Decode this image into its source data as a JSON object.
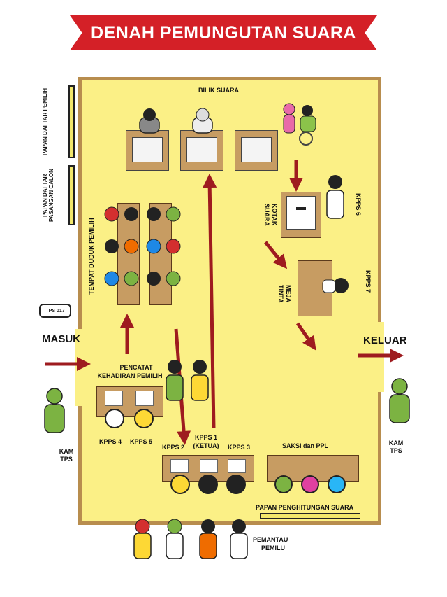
{
  "title": "DENAH PEMUNGUTAN SUARA",
  "labels": {
    "bilik_suara": "BILIK SUARA",
    "papan_daftar_pemilih": "PAPAN DAFTAR PEMILIH",
    "papan_daftar_pasangan_calon": "PAPAN DAFTAR PASANGAN CALON",
    "tempat_duduk_pemilih": "TEMPAT DUDUK PEMILIH",
    "tps_badge": "TPS 017",
    "masuk": "MASUK",
    "keluar": "KELUAR",
    "pencatat_line1": "PENCATAT",
    "pencatat_line2": "KEHADIRAN PEMILIH",
    "kotak_suara": "KOTAK SUARA",
    "meja_tinta": "MEJA TINTA",
    "kpps6": "KPPS 6",
    "kpps7": "KPPS 7",
    "kpps4": "KPPS 4",
    "kpps5": "KPPS 5",
    "kpps2": "KPPS 2",
    "kpps1_line1": "KPPS 1",
    "kpps1_line2": "(KETUA)",
    "kpps3": "KPPS 3",
    "saksi_ppl": "SAKSI dan PPL",
    "papan_penghitungan": "PAPAN PENGHITUNGAN SUARA",
    "kam_tps": "KAM TPS",
    "pemantau_line1": "PEMANTAU",
    "pemantau_line2": "PEMILU"
  },
  "colors": {
    "banner": "#d42027",
    "floor": "#fbf086",
    "wall": "#b88d4e",
    "arrow": "#9e1b1f",
    "desk": "#c79c62",
    "security": "#7cb342"
  },
  "icons": [
    "voter-figure",
    "officer-figure",
    "security-guard-figure",
    "wheelchair-user-figure",
    "ballot-box-icon",
    "flow-arrow"
  ]
}
